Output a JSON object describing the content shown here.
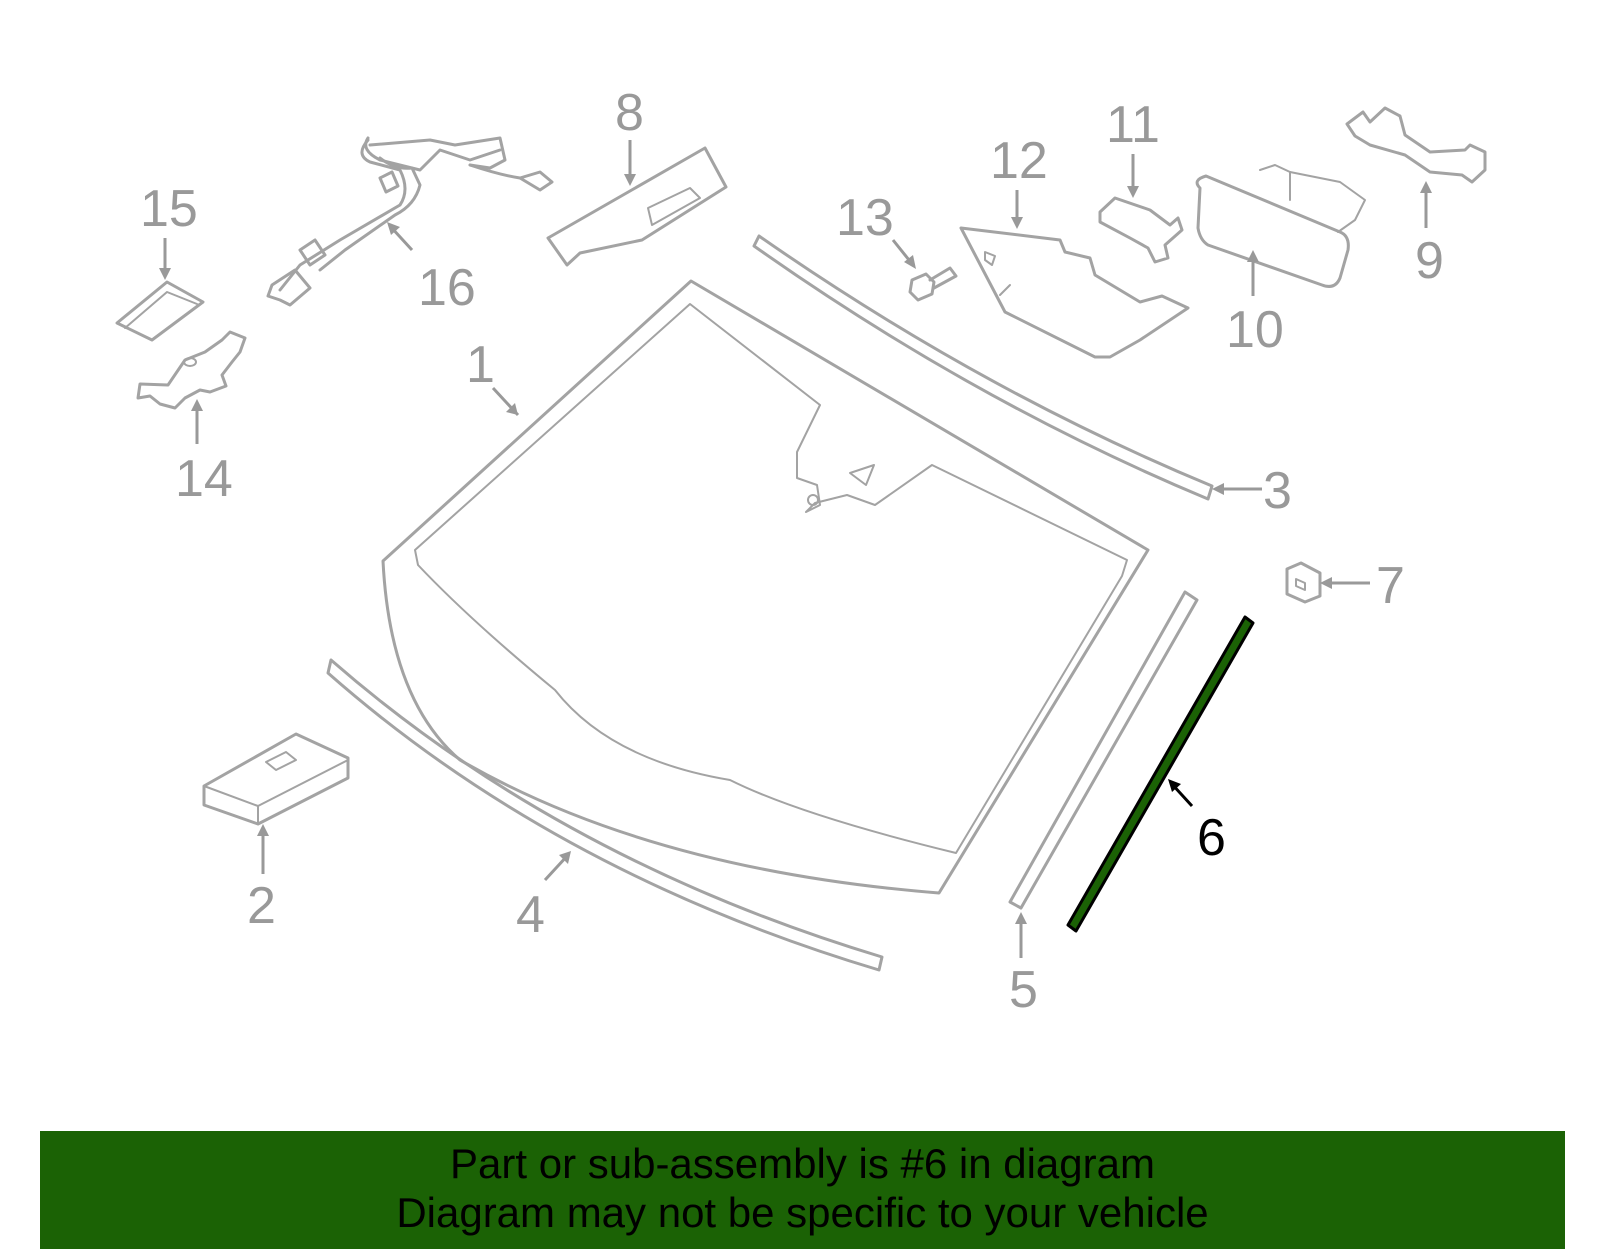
{
  "diagram": {
    "callouts": [
      "1",
      "2",
      "3",
      "4",
      "5",
      "6",
      "7",
      "8",
      "9",
      "10",
      "11",
      "12",
      "13",
      "14",
      "15",
      "16"
    ],
    "highlighted_part": "6",
    "colors": {
      "part_stroke": "#a3a3a3",
      "highlight_fill": "#1b6205",
      "highlight_stroke": "#000000",
      "callout_text": "#999999",
      "active_callout_text": "#000000"
    }
  },
  "banner": {
    "line1": "Part or sub-assembly is #6 in diagram",
    "line2": "Diagram may not be specific to your vehicle",
    "background": "#1b6205"
  }
}
